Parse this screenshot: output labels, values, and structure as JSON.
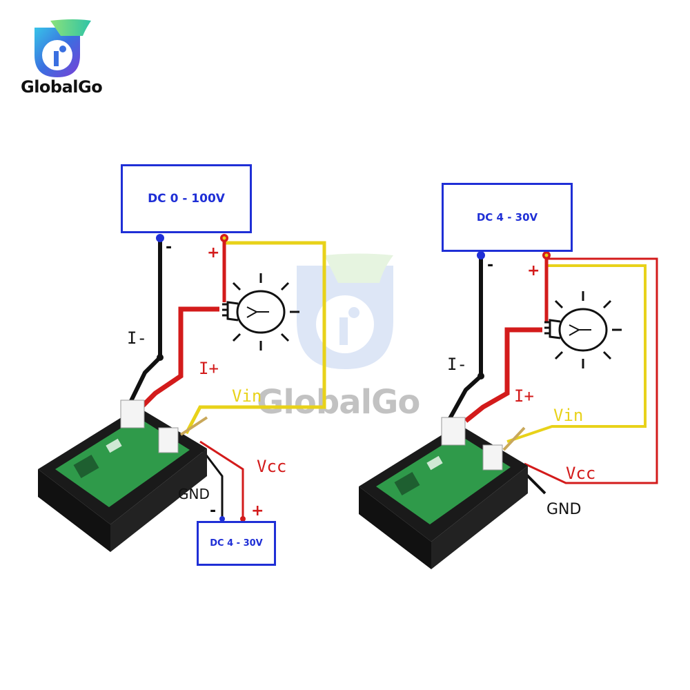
{
  "brand": {
    "name": "GlobalGo"
  },
  "watermark": {
    "text": "GlobalGo"
  },
  "diagram_left": {
    "source_main": "DC 0 - 100V",
    "source_aux": "DC 4 - 30V",
    "labels": {
      "i_minus": "I-",
      "i_plus": "I+",
      "vin": "Vin",
      "vcc": "Vcc",
      "gnd": "GND"
    },
    "signs": {
      "main_neg": "-",
      "main_pos": "+",
      "aux_neg": "-",
      "aux_pos": "+"
    }
  },
  "diagram_right": {
    "source_main": "DC 4 - 30V",
    "labels": {
      "i_minus": "I-",
      "i_plus": "I+",
      "vin": "Vin",
      "vcc": "Vcc",
      "gnd": "GND"
    },
    "signs": {
      "main_neg": "-",
      "main_pos": "+"
    }
  },
  "colors": {
    "box_blue": "#1f2fd6",
    "wire_red": "#d31b1b",
    "wire_black": "#111111",
    "wire_yellow": "#e8d21a",
    "pcb_green": "#2f9a4a"
  }
}
